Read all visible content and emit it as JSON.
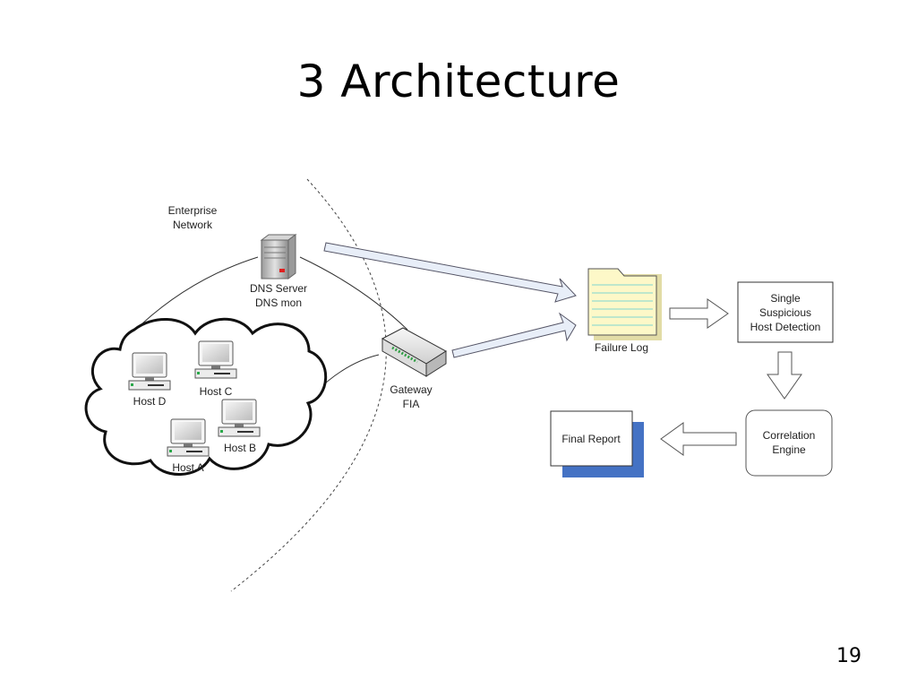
{
  "slide": {
    "title": "3 Architecture",
    "page_number": "19"
  },
  "network": {
    "enterprise_label_line1": "Enterprise",
    "enterprise_label_line2": "Network",
    "dns_label_line1": "DNS Server",
    "dns_label_line2": "DNS mon",
    "gateway_label_line1": "Gateway",
    "gateway_label_line2": "FIA",
    "hosts": {
      "a": "Host A",
      "b": "Host B",
      "c": "Host C",
      "d": "Host D"
    }
  },
  "pipeline": {
    "failure_log": "Failure Log",
    "detection_line1": "Single",
    "detection_line2": "Suspicious",
    "detection_line3": "Host Detection",
    "correlation_line1": "Correlation",
    "correlation_line2": "Engine",
    "final_report": "Final Report"
  },
  "colors": {
    "report_shadow": "#4472c4",
    "arrow_fill": "#e8eef8",
    "log_fill": "#fdf8c8",
    "log_lines": "#7fd6d0"
  },
  "icons": {
    "dns_server": "server-icon",
    "gateway": "router-icon",
    "hosts": "desktop-computer-icon",
    "failure_log": "document-icon"
  }
}
